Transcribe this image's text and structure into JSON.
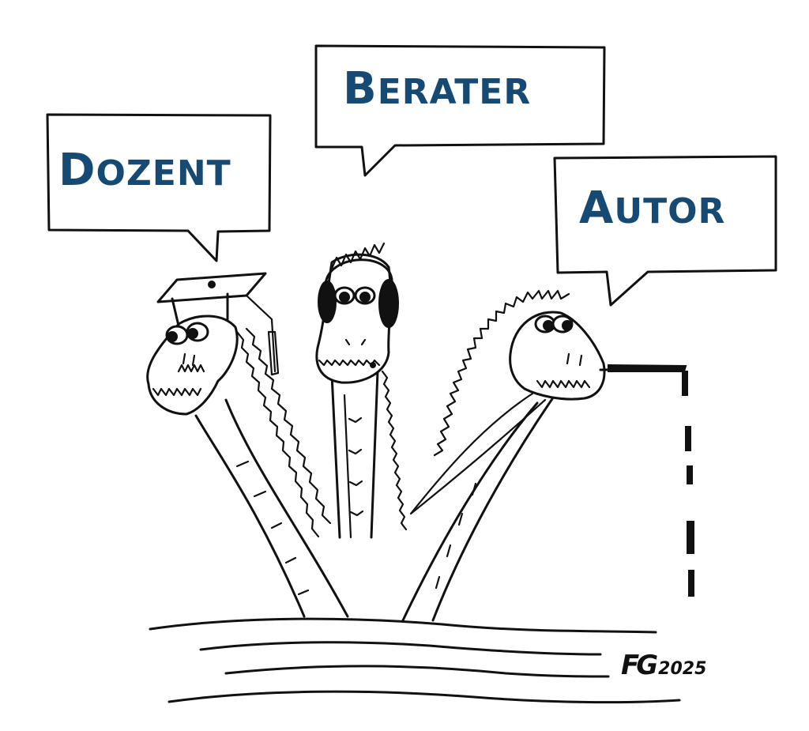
{
  "bubbles": {
    "dozent": {
      "cap": "D",
      "rest": "OZENT"
    },
    "berater": {
      "cap": "B",
      "rest": "ERATER"
    },
    "autor": {
      "cap": "A",
      "rest": "UTOR"
    }
  },
  "signature": {
    "initials": "FG",
    "year": "2025"
  },
  "colors": {
    "label_text": "#174a73",
    "ink": "#111111",
    "background": "#ffffff"
  },
  "characters": {
    "left_head": "hydra-head-graduation-cap",
    "middle_head": "hydra-head-headphones",
    "right_head": "hydra-head-fishing-rod"
  }
}
